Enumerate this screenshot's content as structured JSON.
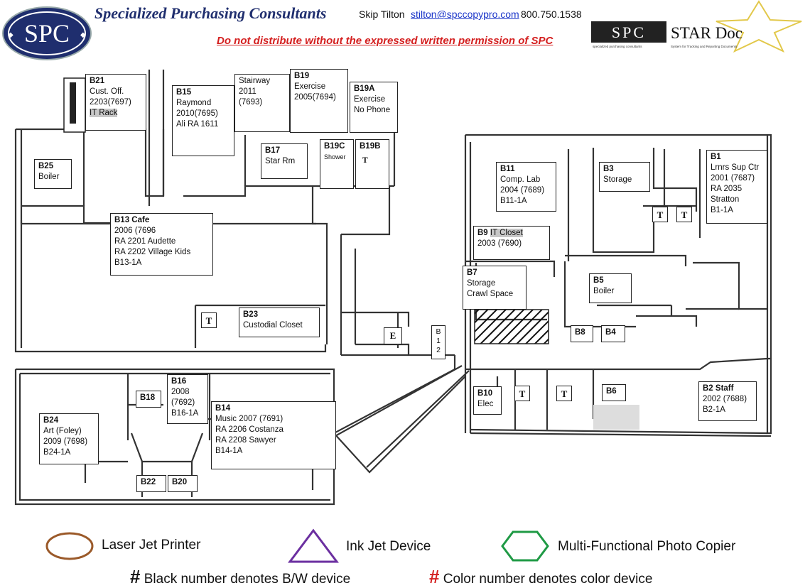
{
  "header": {
    "company": "Specialized Purchasing Consultants",
    "contact_name": "Skip Tilton",
    "contact_email": "stilton@spccopypro.com",
    "contact_phone": "800.750.1538",
    "warning": "Do not distribute without the expressed written permission of SPC",
    "logo_text": "SPC",
    "star_spc": "SPC",
    "star_title": "STAR Doc",
    "star_sub_left": "specialized purchasing consultants",
    "star_sub_right": "System for Tracking and Reporting Documents"
  },
  "rooms": {
    "b21": {
      "id": "B21",
      "l1": "Cust. Off.",
      "l2": "2203(7697)",
      "l3": "IT Rack"
    },
    "b15": {
      "id": "B15",
      "l1": "Raymond",
      "l2": "2010(7695)",
      "l3": "Ali RA 1611"
    },
    "stair": {
      "l1": "Stairway",
      "l2": "2011",
      "l3": "(7693)"
    },
    "b19": {
      "id": "B19",
      "l1": "Exercise",
      "l2": "2005(7694)"
    },
    "b19a": {
      "id": "B19A",
      "l1": "Exercise",
      "l2": "No Phone"
    },
    "b17": {
      "id": "B17",
      "l1": "Star Rm"
    },
    "b19c": {
      "id": "B19C",
      "l1": "Shower"
    },
    "b19b": {
      "id": "B19B",
      "t": "T"
    },
    "b25": {
      "id": "B25",
      "l1": "Boiler"
    },
    "b13": {
      "id": "B13 Cafe",
      "l1": "2006 (7696",
      "l2": "RA 2201 Audette",
      "l3": "RA 2202 Village Kids",
      "l4": "B13-1A"
    },
    "b23": {
      "id": "B23",
      "l1": "Custodial Closet"
    },
    "e": {
      "id": "E"
    },
    "b12": {
      "l1": "B",
      "l2": "1",
      "l3": "2"
    },
    "b11": {
      "id": "B11",
      "l1": "Comp. Lab",
      "l2": "2004 (7689)",
      "l3": "B11-1A"
    },
    "b3": {
      "id": "B3",
      "l1": "Storage"
    },
    "b1": {
      "id": "B1",
      "l1": "Lrnrs Sup Ctr",
      "l2": "2001 (7687)",
      "l3": "RA 2035",
      "l4": "Stratton",
      "l5": "B1-1A"
    },
    "b9": {
      "id": "B9",
      "l1": "IT Closet",
      "l2": "2003 (7690)"
    },
    "b7": {
      "id": "B7",
      "l1": "Storage",
      "l2": "Crawl Space"
    },
    "b5": {
      "id": "B5",
      "l1": "Boiler"
    },
    "b8": {
      "id": "B8"
    },
    "b4": {
      "id": "B4"
    },
    "b10": {
      "id": "B10",
      "l1": "Elec"
    },
    "b6": {
      "id": "B6"
    },
    "b2": {
      "id": "B2 Staff",
      "l1": "2002 (7688)",
      "l2": "B2-1A"
    },
    "b18": {
      "id": "B18"
    },
    "b16": {
      "id": "B16",
      "l1": "2008",
      "l2": "(7692)",
      "l3": "B16-1A"
    },
    "b14": {
      "id": "B14",
      "l1": "Music 2007 (7691)",
      "l2": "RA 2206 Costanza",
      "l3": "RA 2208 Sawyer",
      "l4": "B14-1A"
    },
    "b24": {
      "id": "B24",
      "l1": "Art (Foley)",
      "l2": "2009 (7698)",
      "l3": "B24-1A"
    },
    "b22": {
      "id": "B22"
    },
    "b20": {
      "id": "B20"
    }
  },
  "toilet_label": "T",
  "legend": {
    "laser": "Laser Jet Printer",
    "inkjet": "Ink Jet Device",
    "mfp": "Multi-Functional Photo Copier",
    "bw_symbol": "#",
    "bw_note": "Black number denotes B/W device",
    "color_symbol": "#",
    "color_note": "Color number denotes color device"
  },
  "colors": {
    "brand_navy": "#1f2e6e",
    "warning_red": "#d42020",
    "laser_brown": "#9b5a2a",
    "inkjet_purple": "#6b2fa0",
    "mfp_green": "#1f9a45"
  }
}
